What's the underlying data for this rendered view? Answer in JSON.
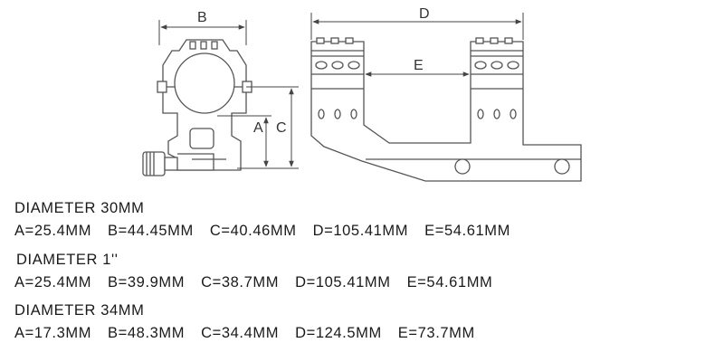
{
  "dimension_labels": {
    "a": "A",
    "b": "B",
    "c": "C",
    "d": "D",
    "e": "E"
  },
  "specs": [
    {
      "title": "DIAMETER 30MM",
      "values": [
        "A=25.4MM",
        "B=44.45MM",
        "C=40.46MM",
        "D=105.41MM",
        "E=54.61MM"
      ]
    },
    {
      "title": "DIAMETER 1''",
      "values": [
        "A=25.4MM",
        "B=39.9MM",
        "C=38.7MM",
        "D=105.41MM",
        "E=54.61MM"
      ]
    },
    {
      "title": "DIAMETER 34MM",
      "values": [
        "A=17.3MM",
        "B=48.3MM",
        "C=34.4MM",
        "D=124.5MM",
        "E=73.7MM"
      ]
    }
  ]
}
